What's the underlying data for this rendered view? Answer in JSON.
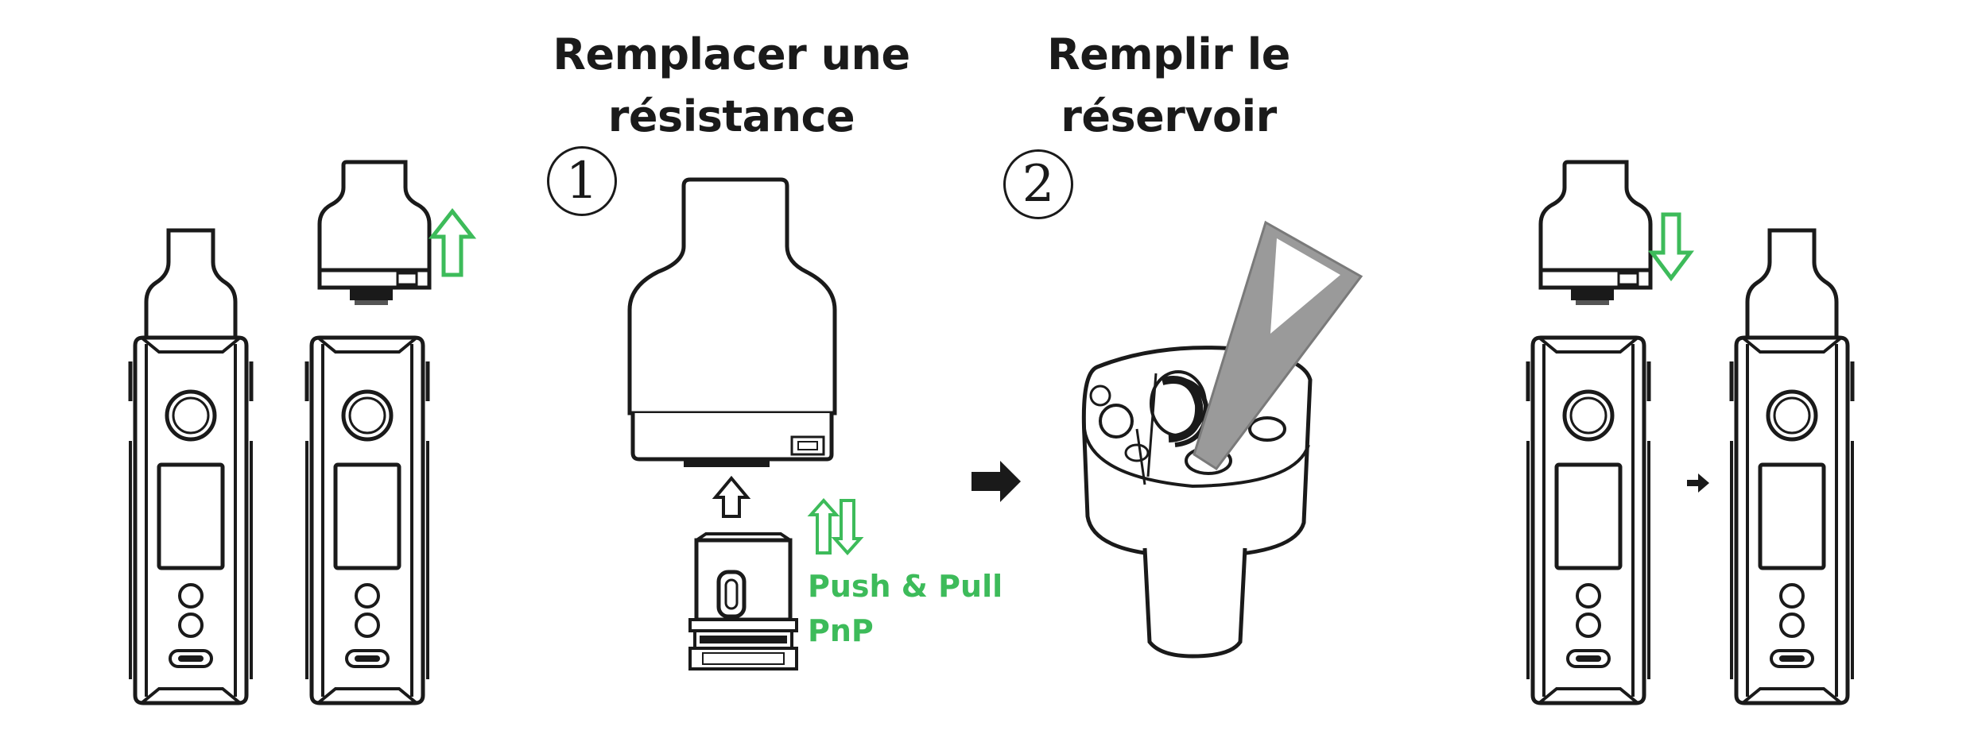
{
  "sections": {
    "replace_coil": {
      "title_line1": "Remplacer une",
      "title_line2": "résistance",
      "step_number": "①"
    },
    "fill_tank": {
      "title_line1": "Remplir le",
      "title_line2": "réservoir",
      "step_number": "②"
    }
  },
  "pnp_label": {
    "line1": "Push & Pull",
    "line2": "PnP"
  },
  "colors": {
    "accent_green": "#3dbb5a",
    "line_dark": "#1a1a1a",
    "tool_gray": "#9a9a9a"
  },
  "icons": [
    "arrow-up-icon",
    "arrow-down-icon",
    "arrow-right-icon",
    "push-pull-arrows-icon"
  ]
}
